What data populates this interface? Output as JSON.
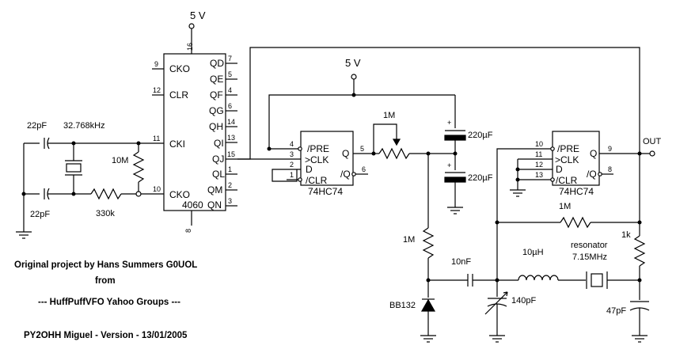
{
  "supply": {
    "left": "5 V",
    "middle": "5 V"
  },
  "ic4060": {
    "name": "4060",
    "pins": {
      "p16": "16",
      "p9": "9",
      "p12": "12",
      "p11": "11",
      "p10": "10",
      "p8": "8",
      "p7": "7",
      "p5": "5",
      "p4": "4",
      "p6": "6",
      "p14": "14",
      "p13": "13",
      "p15": "15",
      "p1": "1",
      "p2": "2",
      "p3": "3"
    },
    "labels": {
      "cko_top": "CKO",
      "clr": "CLR",
      "cki": "CKI",
      "cko_bottom": "CKO",
      "qd": "QD",
      "qe": "QE",
      "qf": "QF",
      "qg": "QG",
      "qh": "QH",
      "qi": "QI",
      "qj": "QJ",
      "ql": "QL",
      "qm": "QM",
      "qn": "QN"
    }
  },
  "ff1": {
    "name": "74HC74",
    "pins": {
      "pre": "4",
      "clk": "3",
      "d": "2",
      "clr": "1",
      "q": "5",
      "qn": "6"
    },
    "labels": {
      "pre": "/PRE",
      "clk": ">CLK",
      "d": "D",
      "clr": "/CLR",
      "q": "Q",
      "qn": "/Q"
    }
  },
  "ff2": {
    "name": "74HC74",
    "pins": {
      "pre": "10",
      "clk": "11",
      "d": "12",
      "clr": "13",
      "q": "9",
      "qn": "8"
    },
    "labels": {
      "pre": "/PRE",
      "clk": ">CLK",
      "d": "D",
      "clr": "/CLR",
      "q": "Q",
      "qn": "/Q"
    }
  },
  "components": {
    "c_xtal_top": "22pF",
    "c_xtal_bottom": "22pF",
    "crystal": "32.768kHz",
    "r_bias": "10M",
    "r_series": "330k",
    "pot": "1M",
    "cap_upper": "220µF",
    "cap_lower": "220µF",
    "plus": "+",
    "r_vari": "1M",
    "c_coupling": "10nF",
    "varicap": "BB132",
    "trimmer": "140pF",
    "inductor": "10µH",
    "resonator_label": "resonator",
    "resonator_freq": "7.15MHz",
    "r_feedback": "1M",
    "r_1k": "1k",
    "c_out": "47pF",
    "out": "OUT"
  },
  "credits": {
    "line1": "Original project by Hans Summers G0UOL",
    "line2": "from",
    "line3": "---  HuffPuffVFO Yahoo Groups  ---",
    "line4": "PY2OHH Miguel   - Version   - 13/01/2005"
  }
}
